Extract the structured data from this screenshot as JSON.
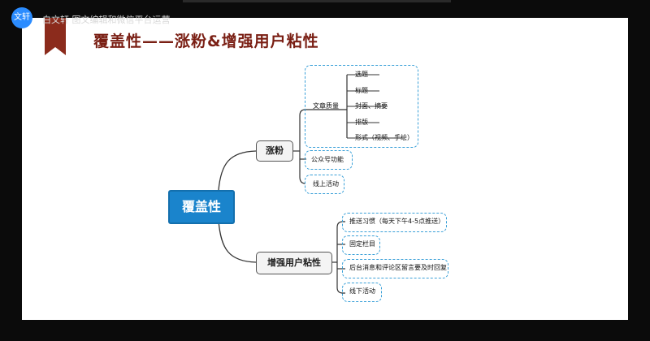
{
  "window": {
    "app_icon_text": "文轩",
    "session_title": "白文轩 图文编辑和微信平台运营"
  },
  "slide": {
    "title": "覆盖性——涨粉&增强用户粘性",
    "root": "覆盖性",
    "branches": [
      {
        "label": "涨粉",
        "children": [
          {
            "label": "文章质量",
            "children": [
              "选题",
              "标题",
              "封面、摘要",
              "排版",
              "形式（视频、手绘）"
            ]
          },
          {
            "label": "公众号功能"
          },
          {
            "label": "线上活动"
          }
        ]
      },
      {
        "label": "增强用户粘性",
        "children": [
          {
            "label": "推送习惯（每天下午4-5点推送）"
          },
          {
            "label": "固定栏目"
          },
          {
            "label": "后台消息和评论区留言要及时回复"
          },
          {
            "label": "线下活动"
          }
        ]
      }
    ]
  },
  "colors": {
    "title": "#7a1f14",
    "root_fill": "#1a84cc",
    "dashed_border": "#3aa0d8",
    "bookmark": "#8b2b1c"
  }
}
